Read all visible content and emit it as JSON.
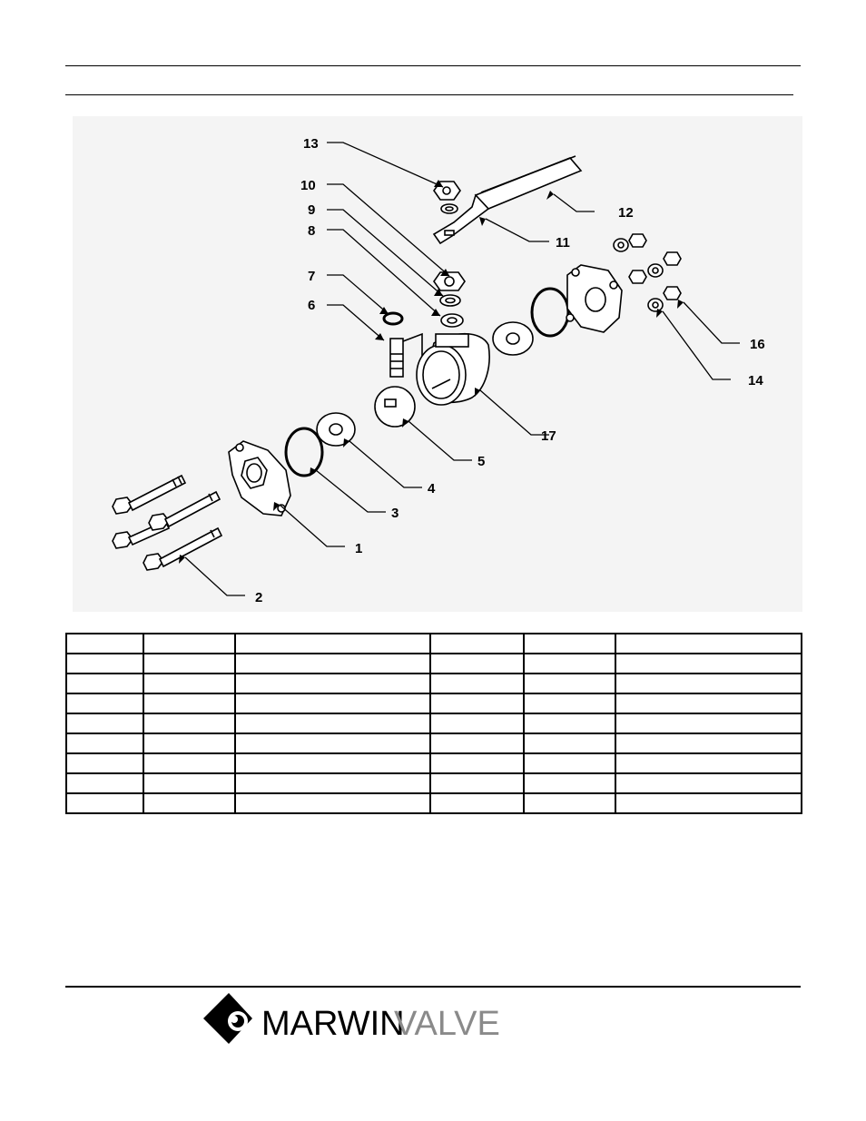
{
  "callouts": {
    "c1": "1",
    "c2": "2",
    "c3": "3",
    "c4": "4",
    "c5": "5",
    "c6": "6",
    "c7": "7",
    "c8": "8",
    "c9": "9",
    "c10": "10",
    "c11": "11",
    "c12": "12",
    "c13": "13",
    "c14": "14",
    "c16": "16",
    "c17": "17"
  },
  "table": {
    "columns": 6,
    "rows": [
      [
        "",
        "",
        "",
        "",
        "",
        ""
      ],
      [
        "",
        "",
        "",
        "",
        "",
        ""
      ],
      [
        "",
        "",
        "",
        "",
        "",
        ""
      ],
      [
        "",
        "",
        "",
        "",
        "",
        ""
      ],
      [
        "",
        "",
        "",
        "",
        "",
        ""
      ],
      [
        "",
        "",
        "",
        "",
        "",
        ""
      ],
      [
        "",
        "",
        "",
        "",
        "",
        ""
      ],
      [
        "",
        "",
        "",
        "",
        "",
        ""
      ],
      [
        "",
        "",
        "",
        "",
        "",
        ""
      ]
    ]
  },
  "logo": {
    "part1": "MARWIN",
    "part2": "VALVE"
  },
  "colors": {
    "ink": "#000000",
    "diagram_bg": "#f4f4f4",
    "logo_light": "#8a8a8a"
  }
}
